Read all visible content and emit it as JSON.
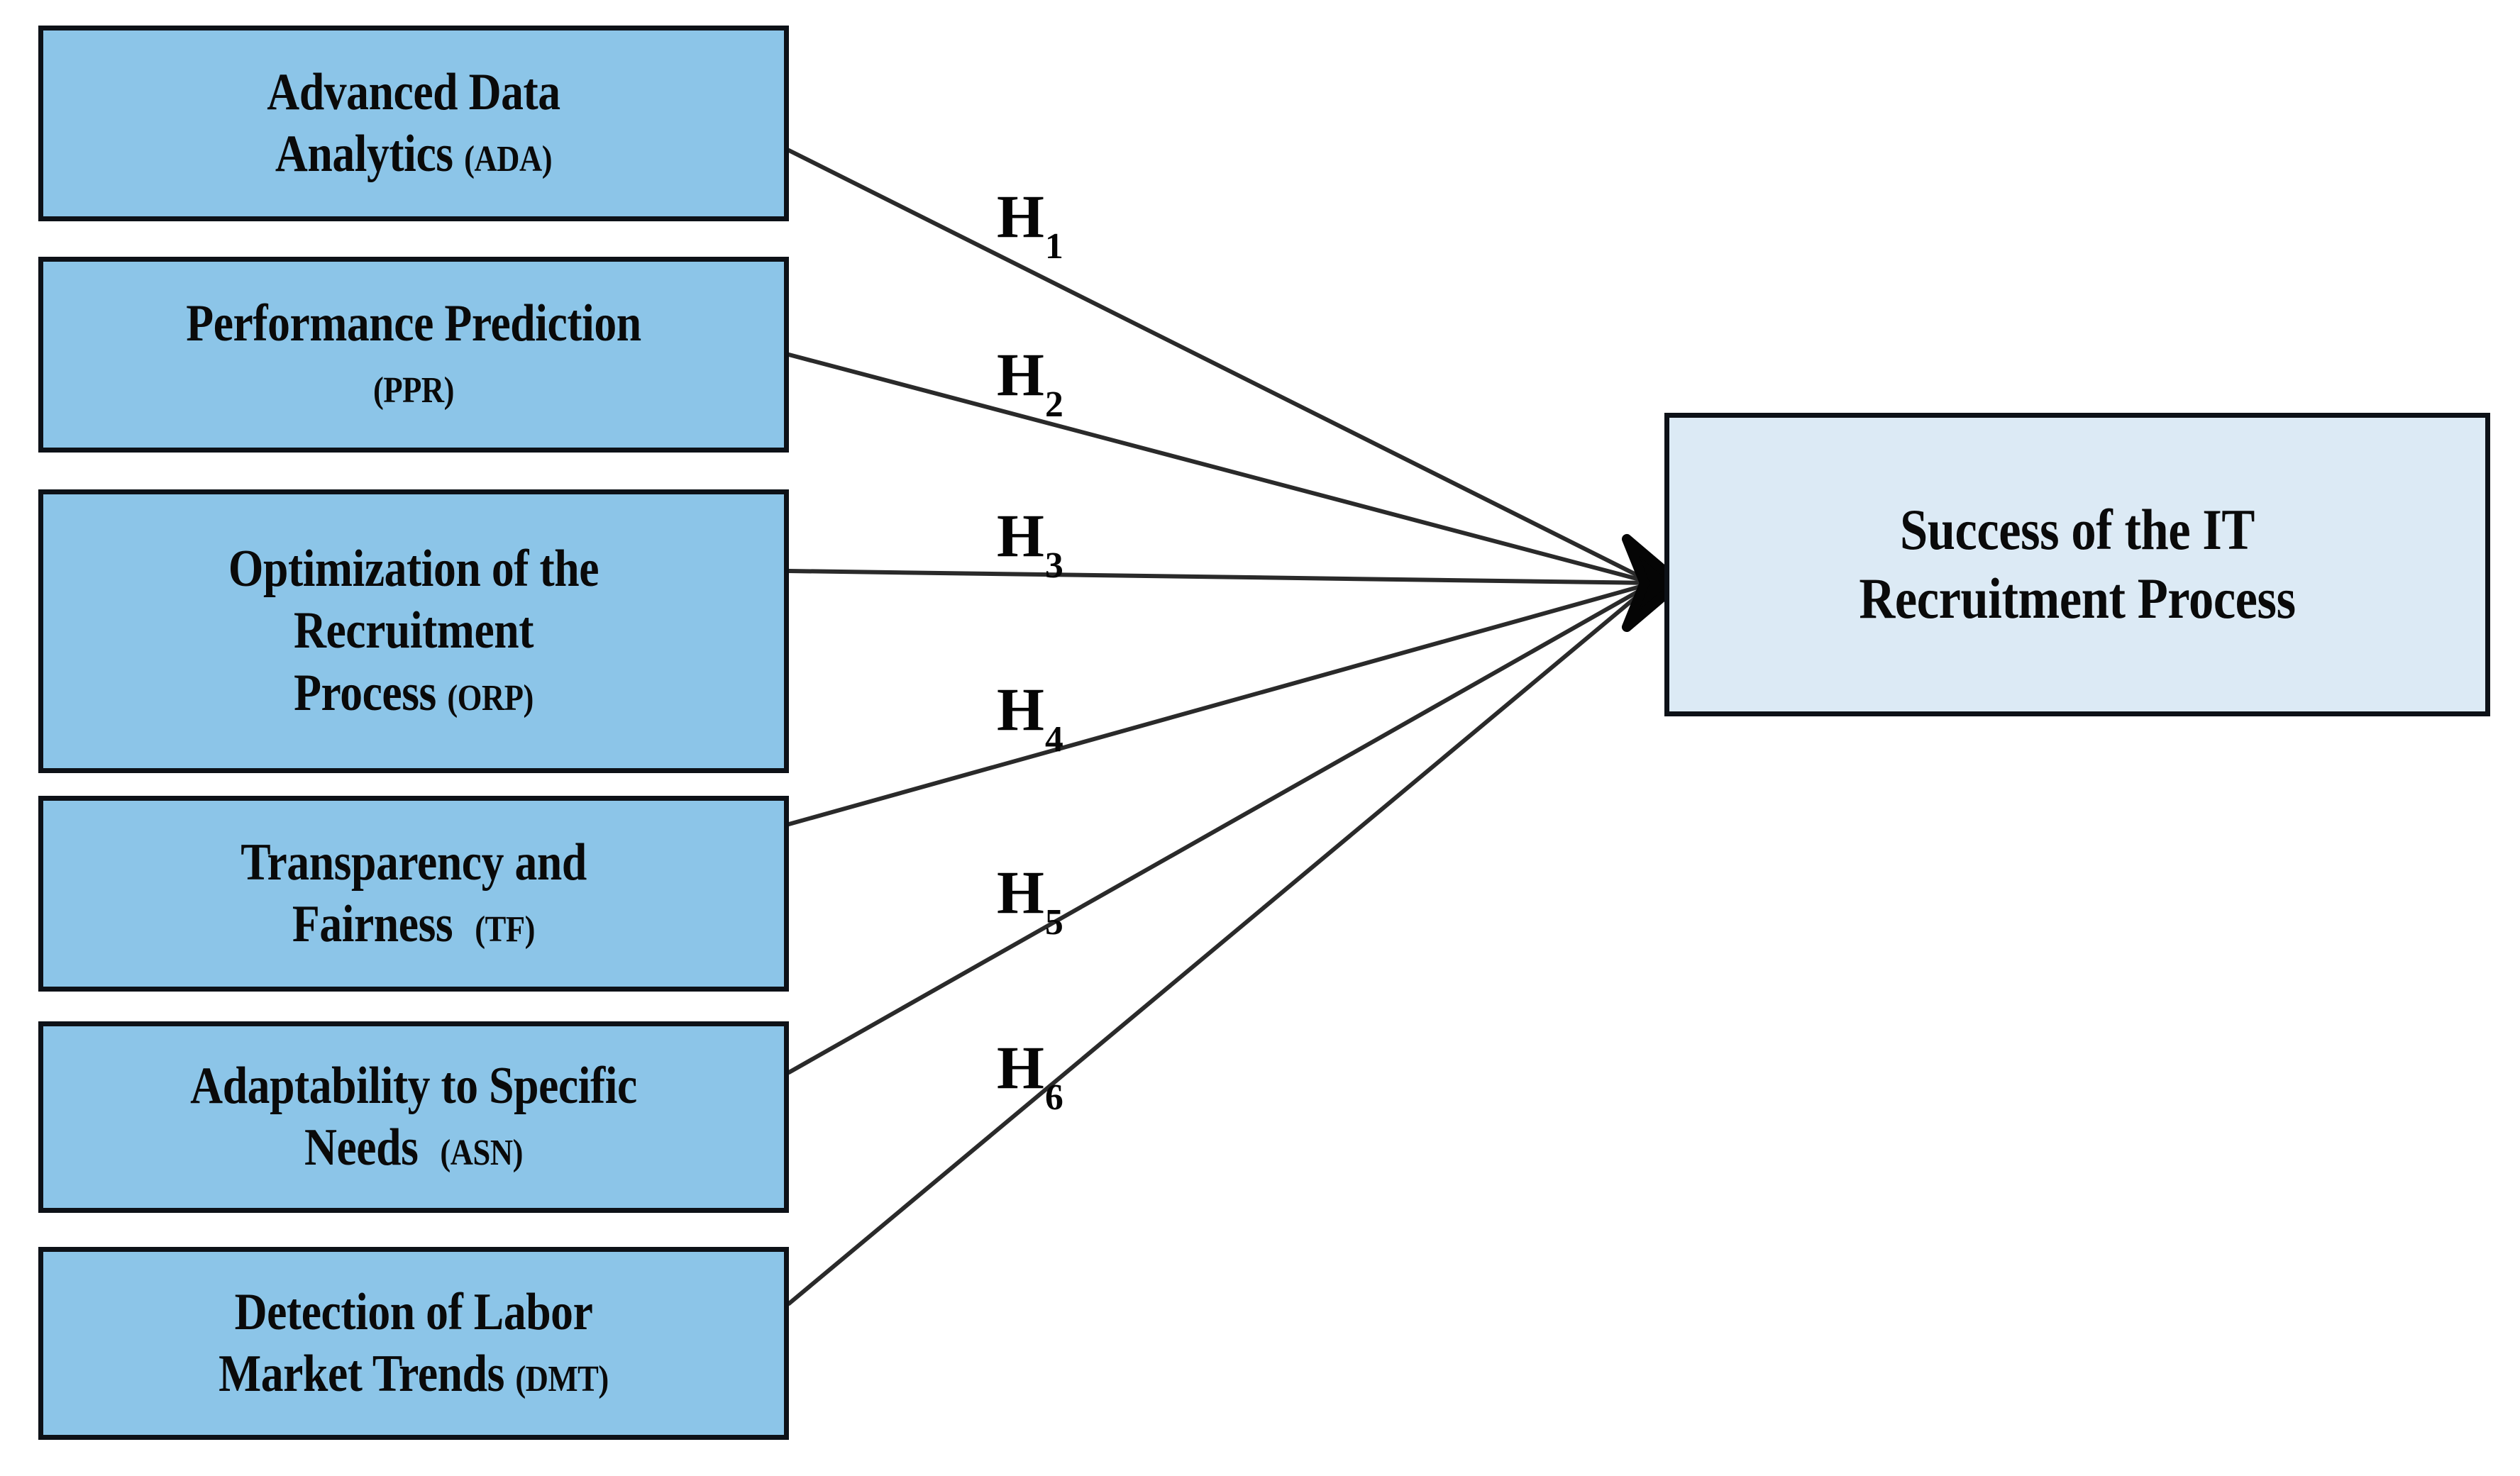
{
  "figure": {
    "type": "conceptual-research-model",
    "background_color": "#ffffff",
    "construct_fill": "#8CC5E8",
    "outcome_fill": "#DCEAF5",
    "border_color": "#0d1117",
    "line_color": "#2a2a2a"
  },
  "constructs": [
    {
      "line1": "Advanced Data",
      "line2": "Analytics",
      "abbr": "(ADA)",
      "abbr_on_line": 2
    },
    {
      "line1": "Performance Prediction",
      "line2": "",
      "abbr": "(PPR)",
      "abbr_on_line": 3
    },
    {
      "line1": "Optimization of the",
      "line2": "Recruitment",
      "line3": "Process",
      "abbr": "(ORP)",
      "abbr_on_line": 3
    },
    {
      "line1": "Transparency and",
      "line2": "Fairness",
      "abbr": "(TF)",
      "abbr_on_line": 2
    },
    {
      "line1": "Adaptability to Specific",
      "line2": "Needs",
      "abbr": "(ASN)",
      "abbr_on_line": 2
    },
    {
      "line1": "Detection of Labor",
      "line2": "Market Trends",
      "abbr": "(DMT)",
      "abbr_on_line": 2
    }
  ],
  "construct_labels": [
    "Advanced Data Analytics (ADA)",
    "Performance Prediction (PPR)",
    "Optimization of the Recruitment Process (ORP)",
    "Transparency and Fairness  (TF)",
    "Adaptability to Specific Needs  (ASN)",
    "Detection of Labor Market Trends (DMT)"
  ],
  "outcome": {
    "line1": "Success of the IT",
    "line2": "Recruitment Process",
    "full_label": "Success of the IT Recruitment Process"
  },
  "hypotheses": [
    {
      "id": "H1",
      "base": "H",
      "sub": "1",
      "from": "Advanced Data Analytics (ADA)",
      "to": "Success of the IT Recruitment Process"
    },
    {
      "id": "H2",
      "base": "H",
      "sub": "2",
      "from": "Performance Prediction (PPR)",
      "to": "Success of the IT Recruitment Process"
    },
    {
      "id": "H3",
      "base": "H",
      "sub": "3",
      "from": "Optimization of the Recruitment Process (ORP)",
      "to": "Success of the IT Recruitment Process"
    },
    {
      "id": "H4",
      "base": "H",
      "sub": "4",
      "from": "Transparency and Fairness  (TF)",
      "to": "Success of the IT Recruitment Process"
    },
    {
      "id": "H5",
      "base": "H",
      "sub": "5",
      "from": "Adaptability to Specific Needs  (ASN)",
      "to": "Success of the IT Recruitment Process"
    },
    {
      "id": "H6",
      "base": "H",
      "sub": "6",
      "from": "Detection of Labor Market Trends (DMT)",
      "to": "Success of the IT Recruitment Process"
    }
  ]
}
